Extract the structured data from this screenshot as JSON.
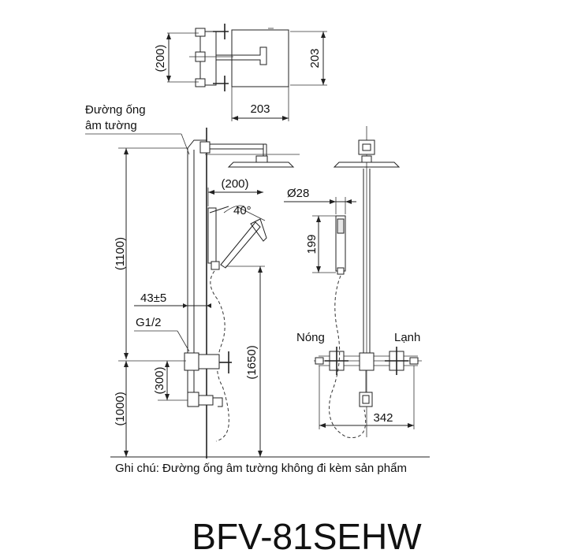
{
  "dimensions": {
    "top_200": "(200)",
    "top_203_right": "203",
    "top_203_bottom": "203",
    "d_200": "(200)",
    "angle_40": "40°",
    "d_1100": "(1100)",
    "d_43": "43±5",
    "g12": "G1/2",
    "d_300": "(300)",
    "d_1650": "(1650)",
    "d_1000": "(1000)",
    "d_28": "Ø28",
    "d_199": "199",
    "d_342": "342"
  },
  "labels": {
    "duong_ong_line1": "Đường ống",
    "duong_ong_line2": "âm tường",
    "nong": "Nóng",
    "lanh": "Lạnh"
  },
  "note": "Ghi chú: Đường ống âm tường không đi kèm sản phẩm",
  "model": "BFV-81SEHW"
}
